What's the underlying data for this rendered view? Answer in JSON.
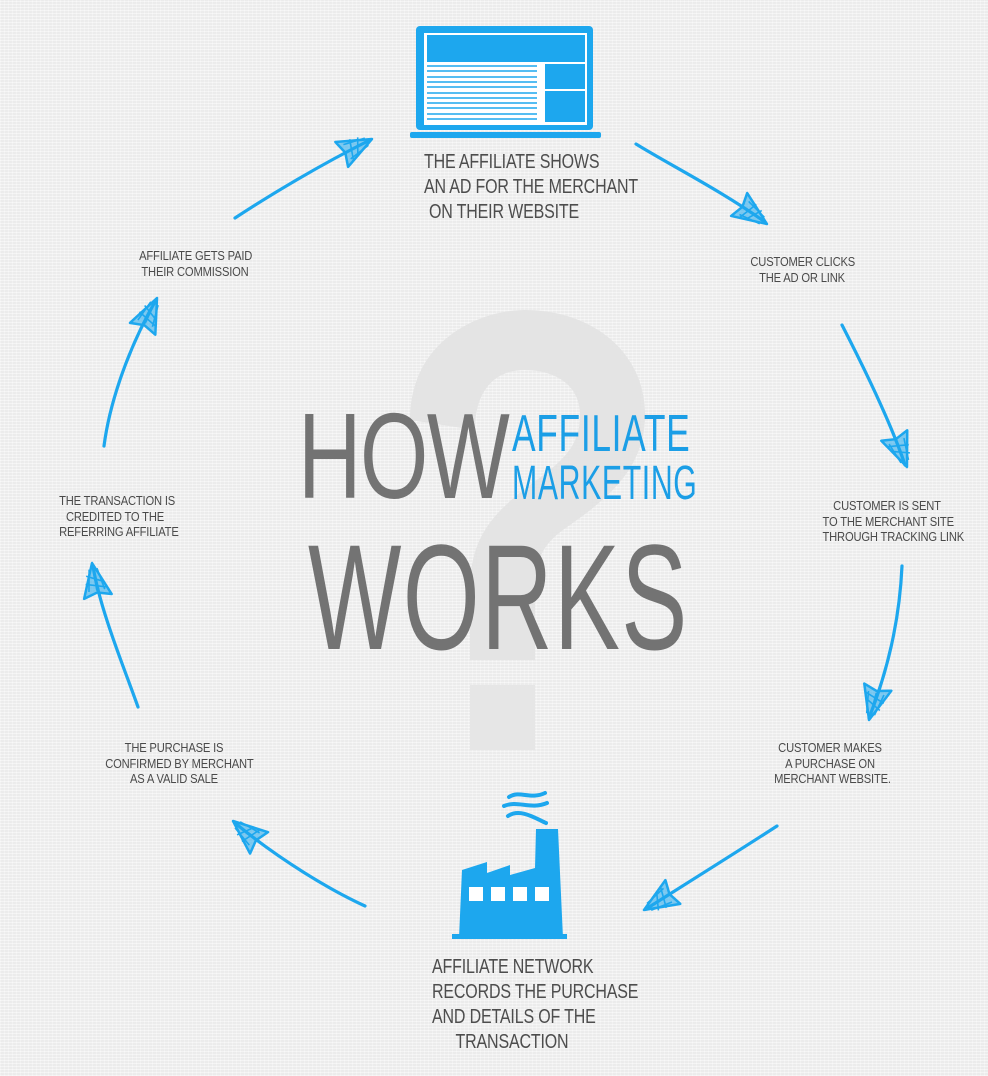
{
  "title": {
    "how": "HOW",
    "affiliate": "AFFILIATE",
    "marketing": "MARKETING",
    "works": "WORKS"
  },
  "colors": {
    "accent_blue": "#1b9ee6",
    "title_gray": "#737373",
    "text_gray": "#4a4a4a",
    "background": "#f1f1f1",
    "question_mark": "#e4e4e4"
  },
  "steps": [
    {
      "id": 1,
      "icon": "laptop-icon",
      "lines": [
        "THE AFFILIATE SHOWS",
        "AN AD FOR THE MERCHANT",
        "ON THEIR WEBSITE"
      ]
    },
    {
      "id": 2,
      "lines": [
        "CUSTOMER CLICKS",
        "THE AD OR LINK"
      ]
    },
    {
      "id": 3,
      "lines": [
        "CUSTOMER IS SENT",
        "TO THE MERCHANT SITE",
        "THROUGH TRACKING LINK"
      ]
    },
    {
      "id": 4,
      "lines": [
        "CUSTOMER MAKES",
        "A PURCHASE ON",
        "MERCHANT WEBSITE."
      ]
    },
    {
      "id": 5,
      "icon": "factory-icon",
      "lines": [
        "AFFILIATE NETWORK",
        "RECORDS THE PURCHASE",
        "AND DETAILS OF THE",
        "TRANSACTION"
      ]
    },
    {
      "id": 6,
      "lines": [
        "THE PURCHASE IS",
        "CONFIRMED BY MERCHANT",
        "AS A VALID SALE"
      ]
    },
    {
      "id": 7,
      "lines": [
        "THE TRANSACTION IS",
        "CREDITED TO THE",
        "REFERRING AFFILIATE"
      ]
    },
    {
      "id": 8,
      "lines": [
        "AFFILIATE GETS PAID",
        "THEIR COMMISSION"
      ]
    }
  ],
  "background_icon": "question-mark-icon",
  "arrow_icon": "hand-drawn-arrow-icon"
}
